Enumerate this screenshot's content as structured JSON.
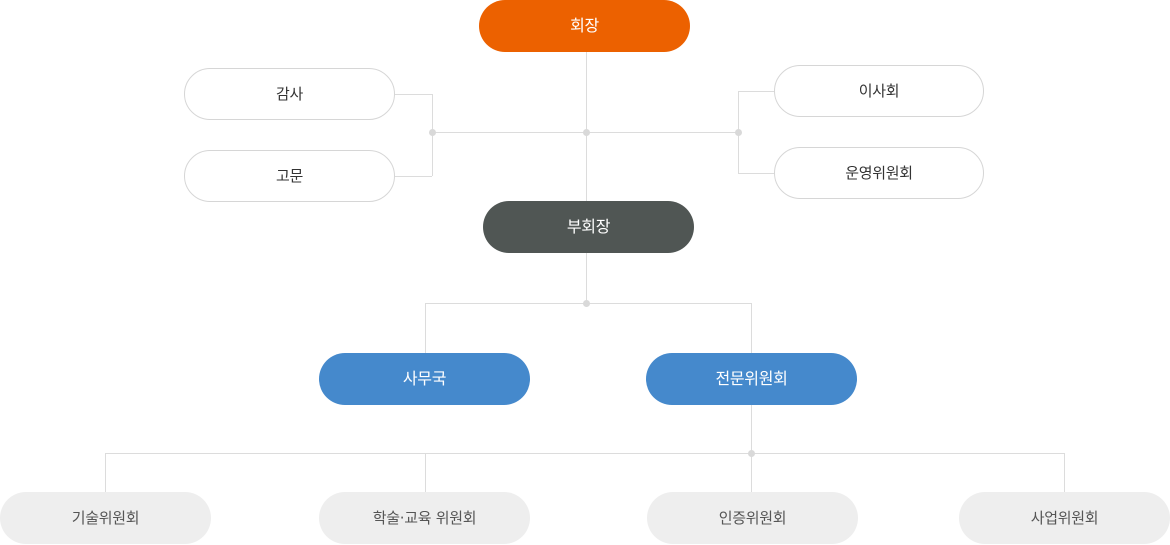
{
  "org_chart": {
    "top": {
      "label": "회장",
      "color": "#ec6100"
    },
    "advisors_left": [
      {
        "label": "감사"
      },
      {
        "label": "고문"
      }
    ],
    "advisors_right": [
      {
        "label": "이사회"
      },
      {
        "label": "운영위원회"
      }
    ],
    "vice": {
      "label": "부회장",
      "color": "#505654"
    },
    "departments": [
      {
        "label": "사무국",
        "color": "#4589cc"
      },
      {
        "label": "전문위원회",
        "color": "#4589cc"
      }
    ],
    "committees": [
      {
        "label": "기술위원회"
      },
      {
        "label": "학술·교육 위원회"
      },
      {
        "label": "인증위원회"
      },
      {
        "label": "사업위원회"
      }
    ]
  }
}
